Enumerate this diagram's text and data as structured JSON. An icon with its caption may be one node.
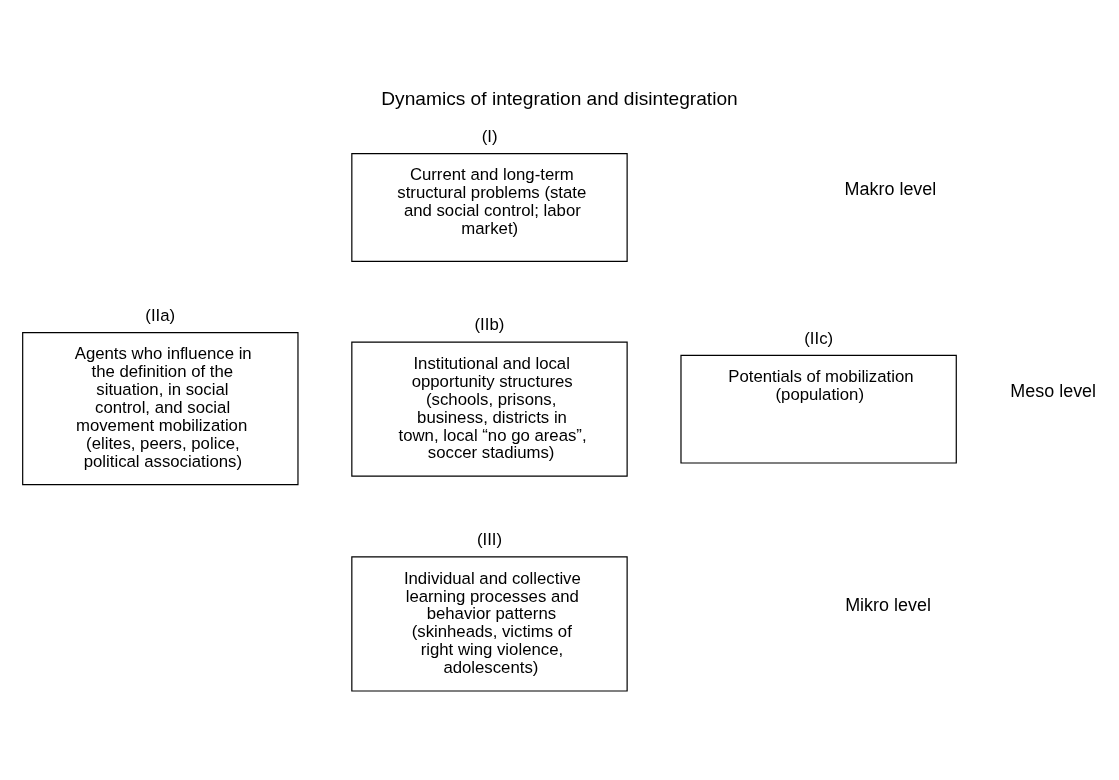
{
  "diagram": {
    "title": "Dynamics of integration and disintegration",
    "nodes": [
      {
        "text": [
          "(I)",
          "Current and long-term structural problems (state and social control; labor market)"
        ]
      },
      {
        "text": [
          "(IIa)",
          "Agents who influence in the definition of the situation, in social control, and social movement mobilization (elites, peers, police, political associations)"
        ]
      },
      {
        "text": [
          "(IIb)",
          "Institutional and local opportunity structures (schools, prisons, business, districts in town, local “no go areas”, soccer stadiums)"
        ]
      },
      {
        "text": [
          "(IIc)",
          "Potentials of mobilization (population)"
        ]
      },
      {
        "text": [
          "(III)",
          "Individual and collective learning processes and behavior patterns (skinheads, victims of right wing violence, adolescents)"
        ]
      }
    ],
    "labels": [
      "Makro level",
      "Meso level",
      "Mikro level"
    ]
  }
}
